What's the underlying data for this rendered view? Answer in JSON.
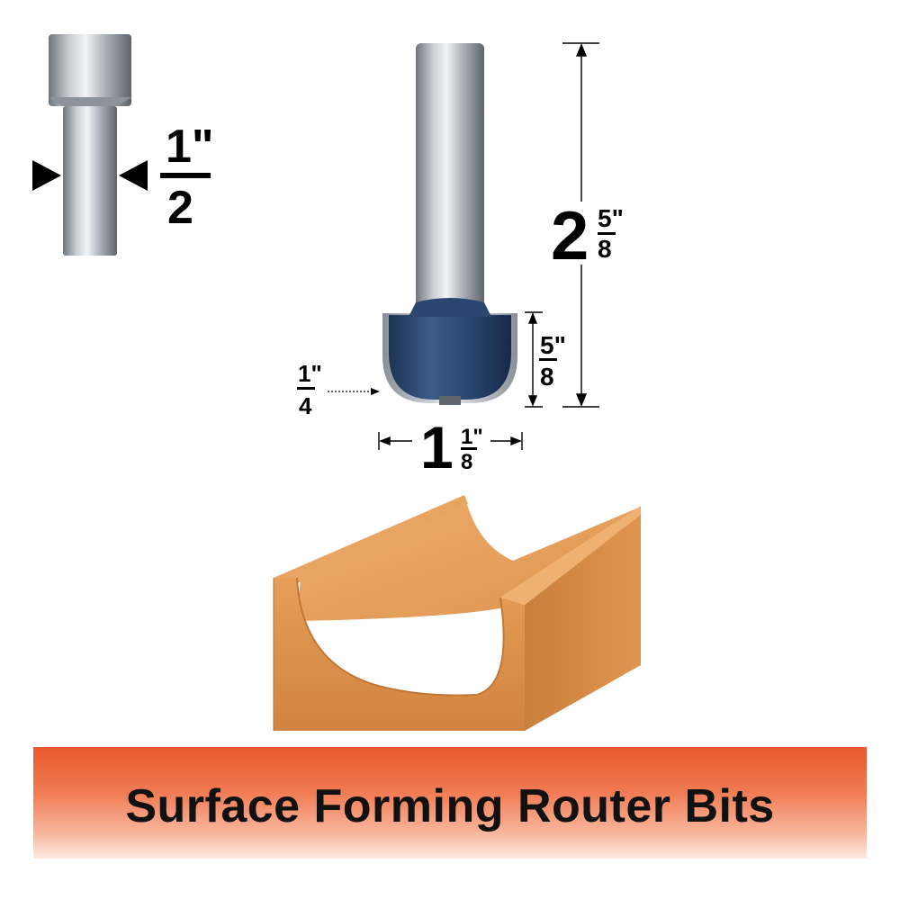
{
  "shank_diameter": {
    "whole": "1\"",
    "denominator": "2"
  },
  "overall_length": {
    "whole": "2",
    "numerator": "5\"",
    "denominator": "8"
  },
  "cutting_length": {
    "numerator": "5\"",
    "denominator": "8"
  },
  "corner_radius": {
    "numerator": "1\"",
    "denominator": "4"
  },
  "cutting_diameter": {
    "whole": "1",
    "numerator": "1\"",
    "denominator": "8"
  },
  "banner": {
    "title": "Surface Forming Router Bits"
  },
  "colors": {
    "banner_top": "#e9582e",
    "bit_body": "#2d4a73",
    "wood": "#e39a55",
    "shank": "#b9bfc6"
  }
}
